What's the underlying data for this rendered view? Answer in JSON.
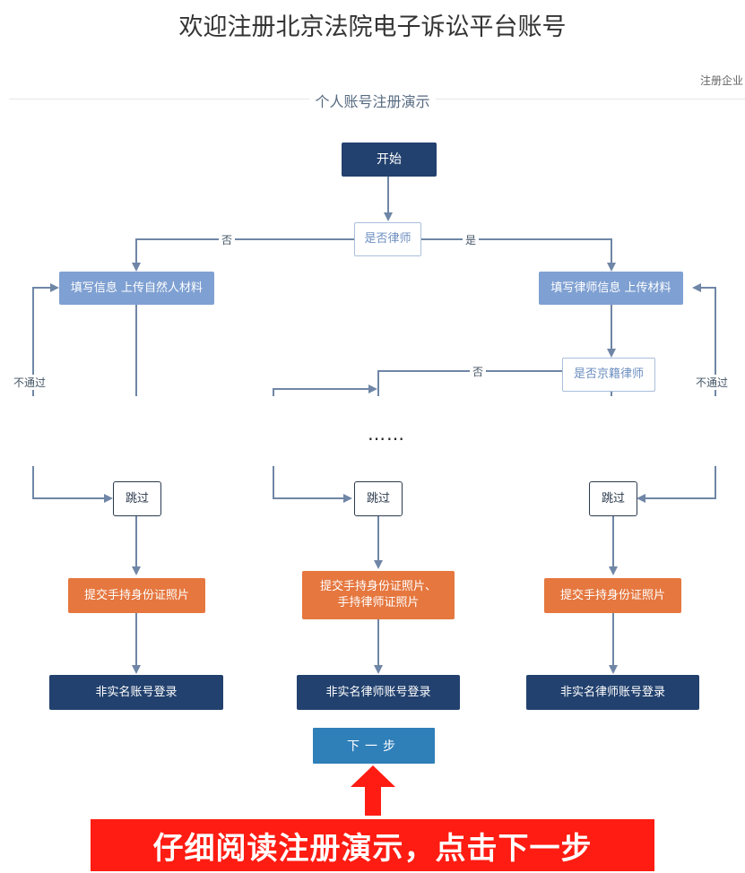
{
  "page": {
    "title": "欢迎注册北京法院电子诉讼平台账号",
    "corner_link": "注册企业"
  },
  "demo": {
    "section_title": "个人账号注册演示",
    "nodes": {
      "start": "开始",
      "is_lawyer": "是否律师",
      "fill_personal": "填写信息 上传自然人材料",
      "fill_lawyer": "填写律师信息 上传材料",
      "is_beijing_lawyer": "是否京籍律师",
      "skip_left": "跳过",
      "skip_middle": "跳过",
      "skip_right": "跳过",
      "submit_id_left": "提交手持身份证照片",
      "submit_id_lawyer": "提交手持身份证照片、\n手持律师证照片",
      "submit_id_right": "提交手持身份证照片",
      "login_non_verified": "非实名账号登录",
      "login_lawyer_middle": "非实名律师账号登录",
      "login_lawyer_right": "非实名律师账号登录"
    },
    "edge_labels": {
      "no": "否",
      "yes": "是",
      "no_beijing": "否",
      "fail_left": "不通过",
      "fail_right": "不通过"
    },
    "ellipsis": "……"
  },
  "next_button": {
    "label": "下一步"
  },
  "annotation": {
    "banner": "仔细阅读注册演示，点击下一步"
  },
  "colors": {
    "dark_navy": "#22416e",
    "light_blue": "#7fa0d2",
    "orange": "#e5773f",
    "button_blue": "#2f7fb8",
    "banner_red": "#ff1c12"
  }
}
